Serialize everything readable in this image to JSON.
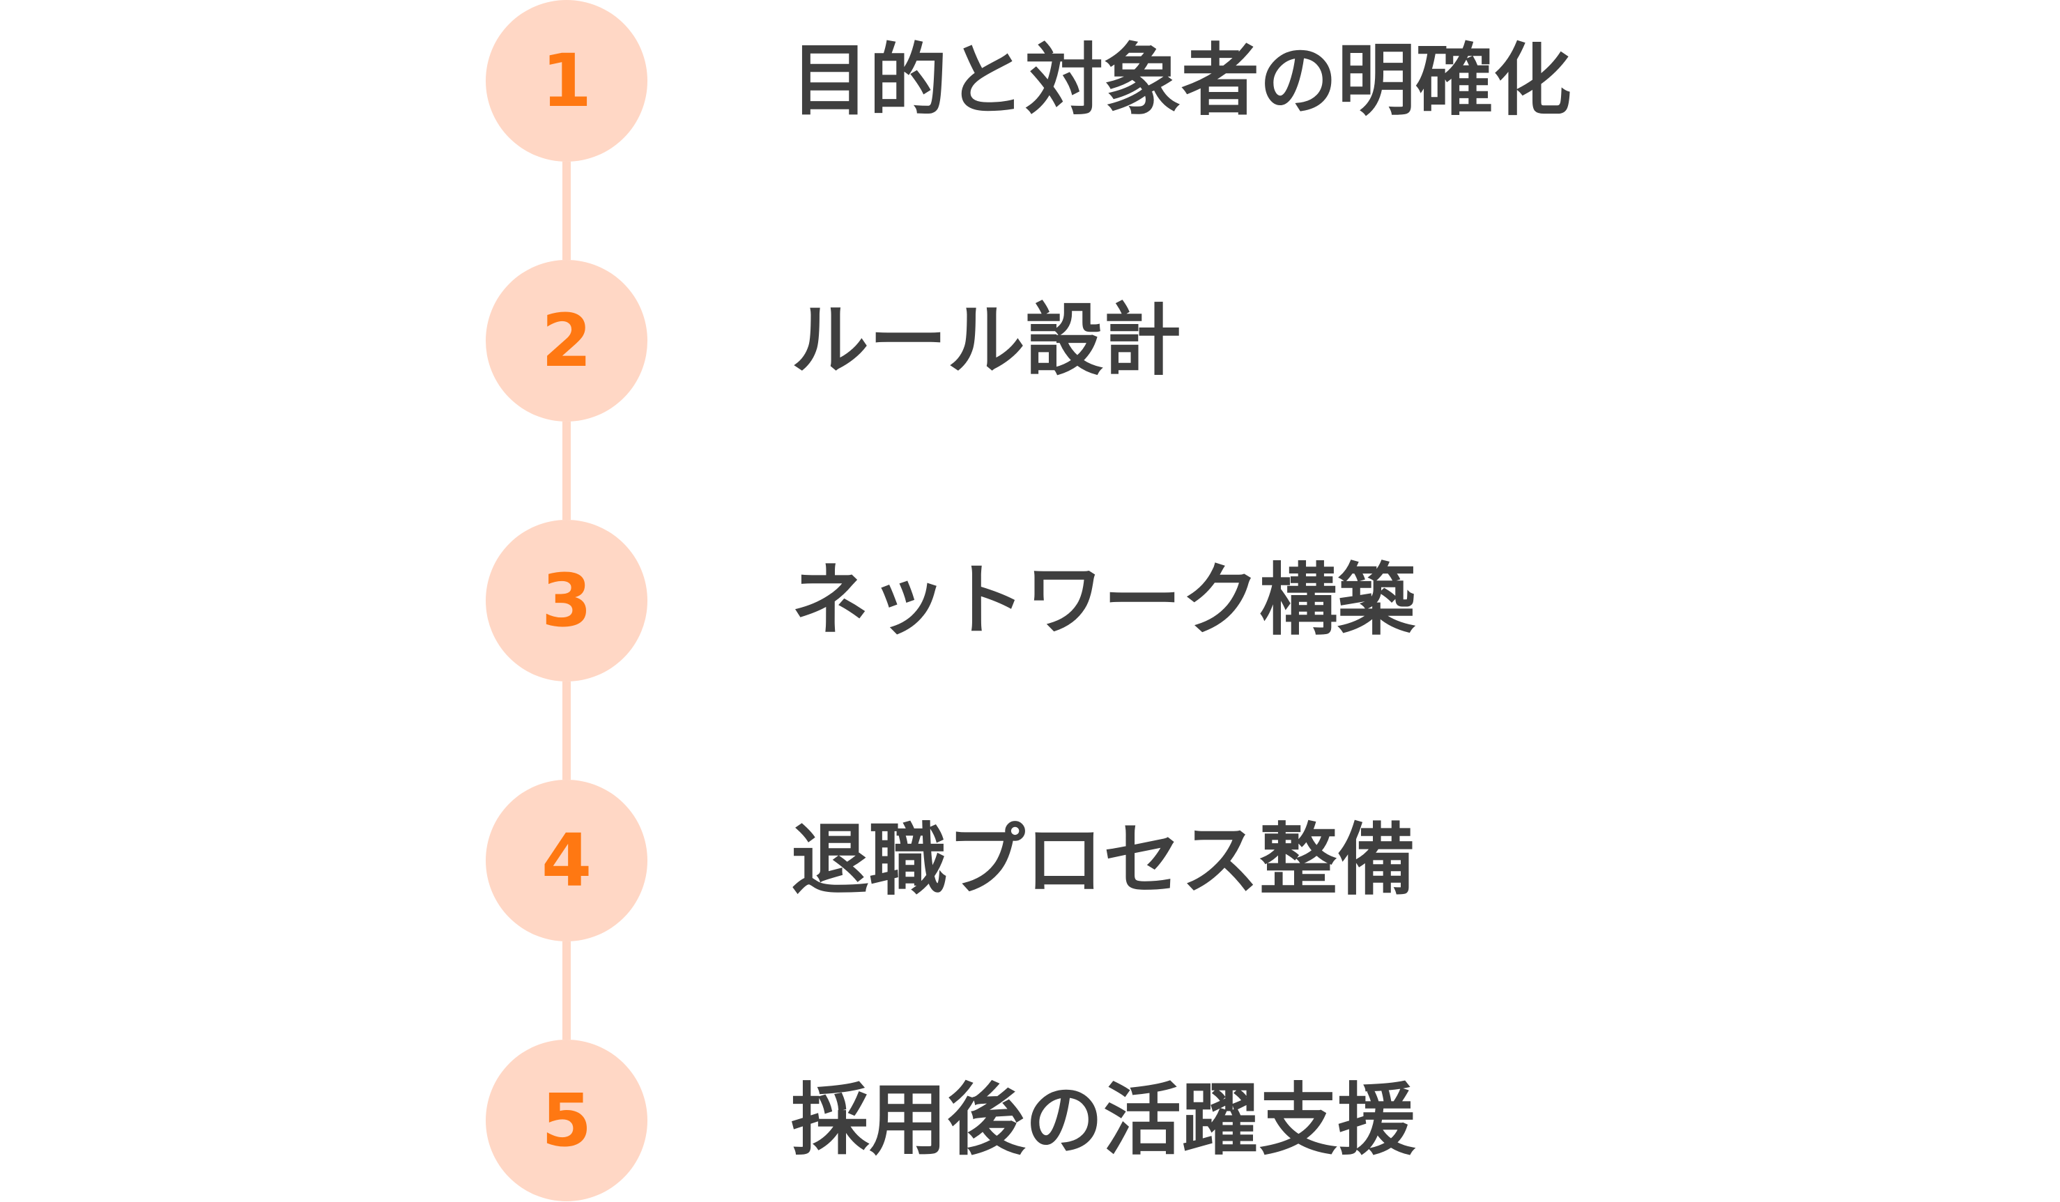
{
  "steps": [
    {
      "number": "1",
      "label": "目的と対象者の明確化"
    },
    {
      "number": "2",
      "label": "ルール設計"
    },
    {
      "number": "3",
      "label": "ネットワーク構築"
    },
    {
      "number": "4",
      "label": "退職プロセス整備"
    },
    {
      "number": "5",
      "label": "採用後の活躍支援"
    }
  ],
  "colors": {
    "circle_fill": "#ffd7c5",
    "connector": "#ffd7c5",
    "number": "#ff7812",
    "label": "#3f3f3f"
  }
}
